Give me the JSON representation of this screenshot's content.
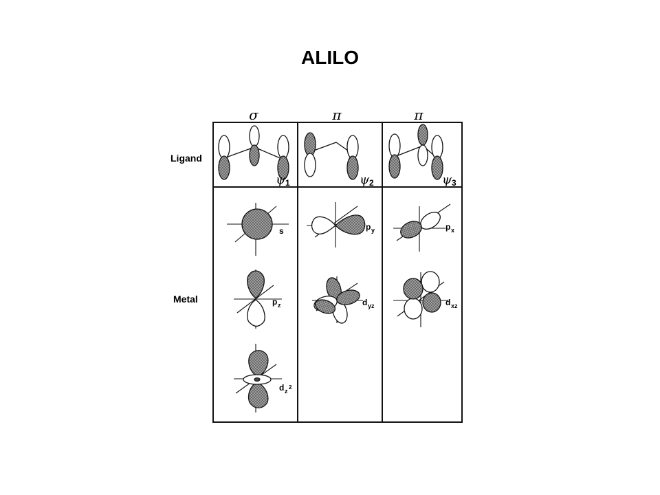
{
  "title": "ALILO",
  "columns": [
    {
      "symmetry": "σ",
      "ligand_orbital": "ψ",
      "ligand_index": "1",
      "metal_orbitals": [
        {
          "base": "s",
          "sub": "",
          "sup": ""
        },
        {
          "base": "p",
          "sub": "z",
          "sup": ""
        },
        {
          "base": "d",
          "sub": "z",
          "sup": "2"
        }
      ]
    },
    {
      "symmetry": "π",
      "ligand_orbital": "ψ",
      "ligand_index": "2",
      "metal_orbitals": [
        {
          "base": "p",
          "sub": "y",
          "sup": ""
        },
        {
          "base": "d",
          "sub": "yz",
          "sup": ""
        }
      ]
    },
    {
      "symmetry": "π",
      "ligand_orbital": "ψ",
      "ligand_index": "3",
      "metal_orbitals": [
        {
          "base": "p",
          "sub": "x",
          "sup": ""
        },
        {
          "base": "d",
          "sub": "xz",
          "sup": ""
        }
      ]
    }
  ],
  "rows": {
    "ligand": "Ligand",
    "metal": "Metal"
  },
  "colors": {
    "shade": "#8c8c8c",
    "line": "#111111"
  }
}
